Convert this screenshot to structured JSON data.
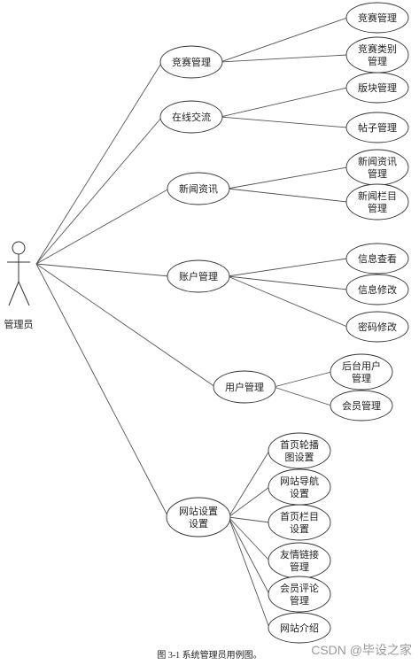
{
  "diagram": {
    "actor": {
      "label": "管理员"
    },
    "caption": "图 3-1 系统管理员用例图。",
    "watermark": "CSDN @毕设之家",
    "groups": [
      {
        "id": "g1",
        "label_lines": [
          "竞赛管理"
        ],
        "children": [
          {
            "id": "c11",
            "label_lines": [
              "竞赛管理"
            ]
          },
          {
            "id": "c12",
            "label_lines": [
              "竞赛类别",
              "管理"
            ]
          }
        ]
      },
      {
        "id": "g2",
        "label_lines": [
          "在线交流"
        ],
        "children": [
          {
            "id": "c21",
            "label_lines": [
              "版块管理"
            ]
          },
          {
            "id": "c22",
            "label_lines": [
              "帖子管理"
            ]
          }
        ]
      },
      {
        "id": "g3",
        "label_lines": [
          "新闻资讯"
        ],
        "children": [
          {
            "id": "c31",
            "label_lines": [
              "新闻资讯",
              "管理"
            ]
          },
          {
            "id": "c32",
            "label_lines": [
              "新闻栏目",
              "管理"
            ]
          }
        ]
      },
      {
        "id": "g4",
        "label_lines": [
          "账户管理"
        ],
        "children": [
          {
            "id": "c41",
            "label_lines": [
              "信息查看"
            ]
          },
          {
            "id": "c42",
            "label_lines": [
              "信息修改"
            ]
          },
          {
            "id": "c43",
            "label_lines": [
              "密码修改"
            ]
          }
        ]
      },
      {
        "id": "g5",
        "label_lines": [
          "用户管理"
        ],
        "children": [
          {
            "id": "c51",
            "label_lines": [
              "后台用户",
              "管理"
            ]
          },
          {
            "id": "c52",
            "label_lines": [
              "会员管理"
            ]
          }
        ]
      },
      {
        "id": "g6",
        "label_lines": [
          "网站设置",
          "设置"
        ],
        "children": [
          {
            "id": "c61",
            "label_lines": [
              "首页轮播",
              "图设置"
            ]
          },
          {
            "id": "c62",
            "label_lines": [
              "网站导航",
              "设置"
            ]
          },
          {
            "id": "c63",
            "label_lines": [
              "首页栏目",
              "设置"
            ]
          },
          {
            "id": "c64",
            "label_lines": [
              "友情链接",
              "管理"
            ]
          },
          {
            "id": "c65",
            "label_lines": [
              "会员评论",
              "管理"
            ]
          },
          {
            "id": "c66",
            "label_lines": [
              "网站介绍"
            ]
          }
        ]
      }
    ]
  }
}
